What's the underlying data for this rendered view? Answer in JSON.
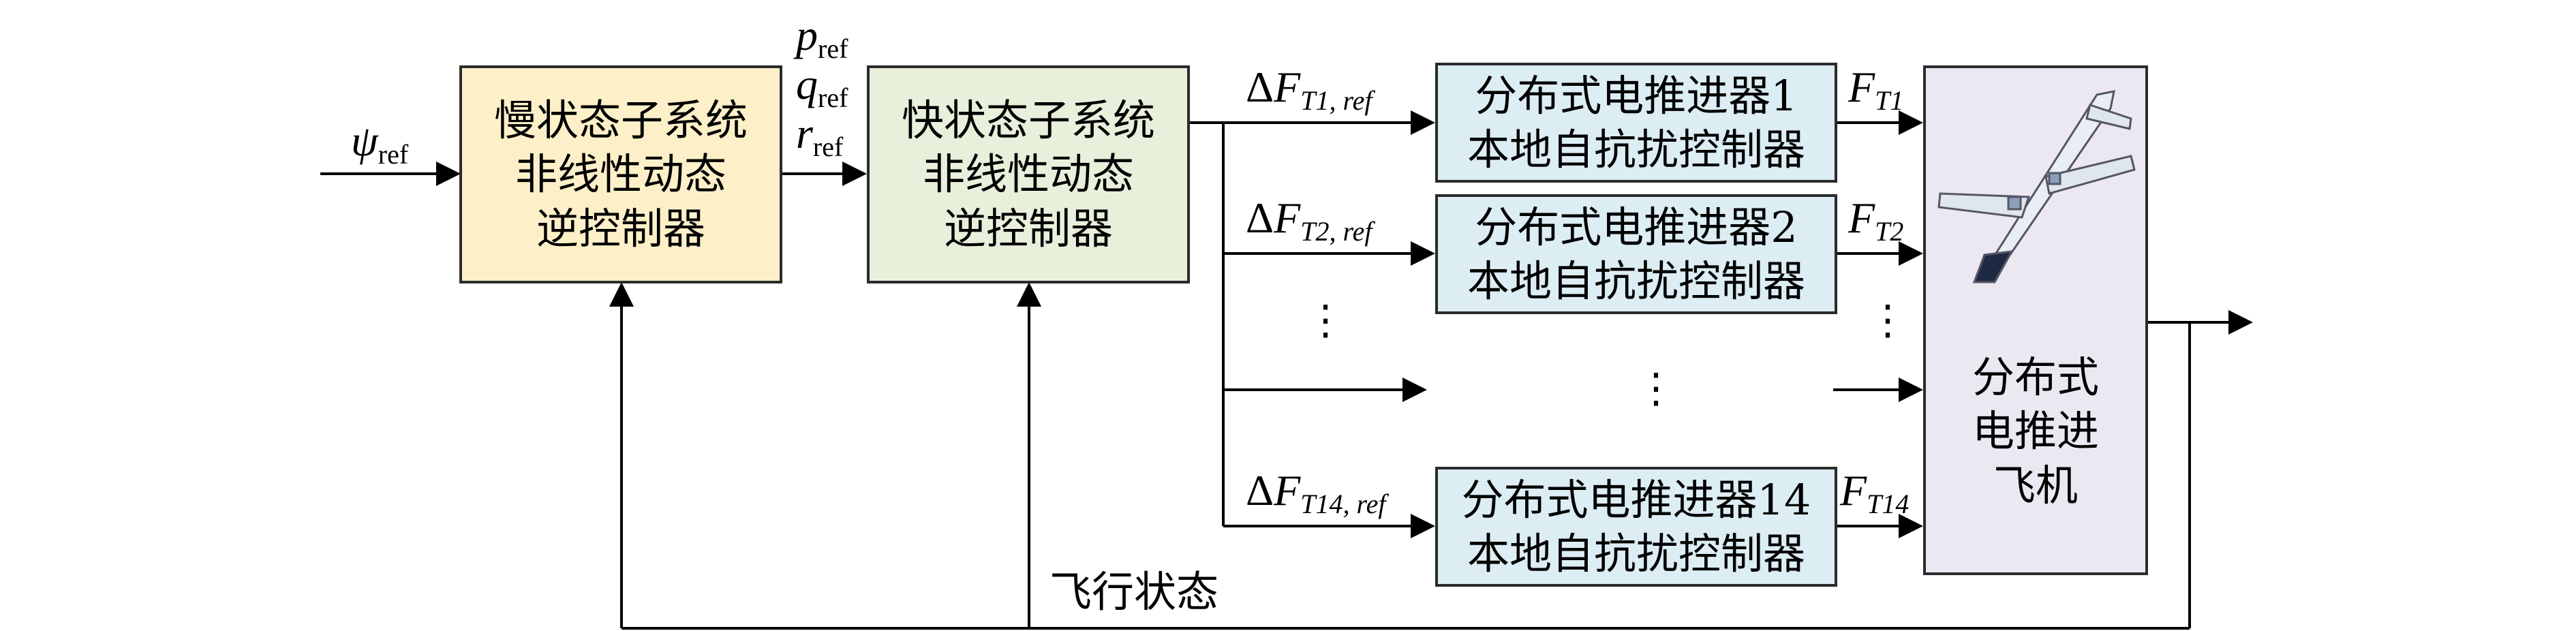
{
  "slow_controller": {
    "line1": "慢状态子系统",
    "line2": "非线性动态",
    "line3": "逆控制器"
  },
  "fast_controller": {
    "line1": "快状态子系统",
    "line2": "非线性动态",
    "line3": "逆控制器"
  },
  "escs": [
    {
      "line1": "分布式电推进器1",
      "line2": "本地自抗扰控制器",
      "input_sub": "T1, ref",
      "output_sub": "T1"
    },
    {
      "line1": "分布式电推进器2",
      "line2": "本地自抗扰控制器",
      "input_sub": "T2, ref",
      "output_sub": "T2"
    },
    {
      "line1": "分布式电推进器14",
      "line2": "本地自抗扰控制器",
      "input_sub": "T14, ref",
      "output_sub": "T14"
    }
  ],
  "aircraft": {
    "line1": "分布式",
    "line2": "电推进",
    "line3": "飞机"
  },
  "signals": {
    "psi": "ψ",
    "ref": "ref",
    "delta": "Δ",
    "force": "F",
    "p": "p",
    "q": "q",
    "r": "r"
  },
  "feedback_label": "飞行状态",
  "ellipsis": "⋮"
}
